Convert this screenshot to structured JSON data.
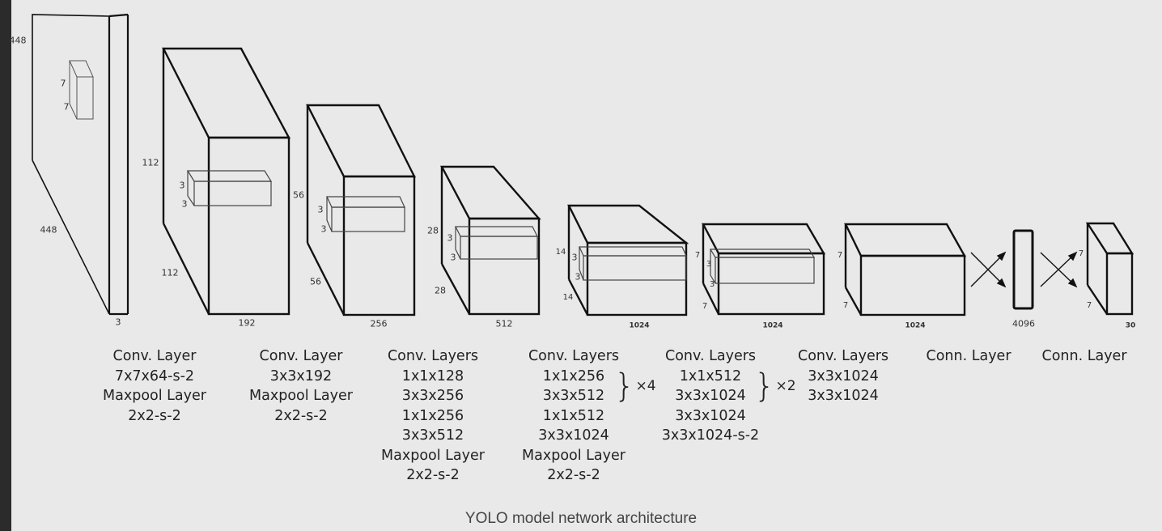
{
  "caption": "YOLO model network architecture",
  "dims": {
    "input_height": "448",
    "input_width": "448",
    "input_channels": "3",
    "kernel1": "7",
    "kernel1b": "7",
    "b1_height": "112",
    "b1_width": "112",
    "b1_channels": "192",
    "b1_kernel": "3",
    "b1_kernelb": "3",
    "b2_height": "56",
    "b2_width": "56",
    "b2_channels": "256",
    "b2_kernel": "3",
    "b2_kernelb": "3",
    "b3_height": "28",
    "b3_width": "28",
    "b3_channels": "512",
    "b3_kernel": "3",
    "b3_kernelb": "3",
    "b4_height": "14",
    "b4_width": "14",
    "b4_channels": "1024",
    "b4_kernel": "3",
    "b4_kernelb": "3",
    "b5_height": "7",
    "b5_width": "7",
    "b5_channels": "1024",
    "b5_kernel": "3",
    "b5_kernelb": "3",
    "b6_height": "7",
    "b6_width": "7",
    "b6_channels": "1024",
    "fc_units": "4096",
    "out_height": "7",
    "out_width": "7",
    "out_channels": "30"
  },
  "descriptions": [
    {
      "lines": [
        "Conv. Layer",
        "7x7x64-s-2",
        "Maxpool Layer",
        "2x2-s-2"
      ]
    },
    {
      "lines": [
        "Conv. Layer",
        "3x3x192",
        "Maxpool Layer",
        "2x2-s-2"
      ]
    },
    {
      "lines": [
        "Conv. Layers",
        "1x1x128",
        "3x3x256",
        "1x1x256",
        "3x3x512",
        "Maxpool Layer",
        "2x2-s-2"
      ]
    },
    {
      "lines": [
        "Conv. Layers",
        "1x1x256",
        "3x3x512",
        "1x1x512",
        "3x3x1024",
        "Maxpool Layer",
        "2x2-s-2"
      ]
    },
    {
      "lines": [
        "Conv. Layers",
        "1x1x512",
        "3x3x1024",
        "3x3x1024",
        "3x3x1024-s-2"
      ]
    },
    {
      "lines": [
        "Conv. Layers",
        "3x3x1024",
        "3x3x1024"
      ]
    },
    {
      "lines": [
        "Conn. Layer"
      ]
    },
    {
      "lines": [
        "Conn. Layer"
      ]
    }
  ],
  "repeats": {
    "block4": "×4",
    "block5": "×2"
  }
}
